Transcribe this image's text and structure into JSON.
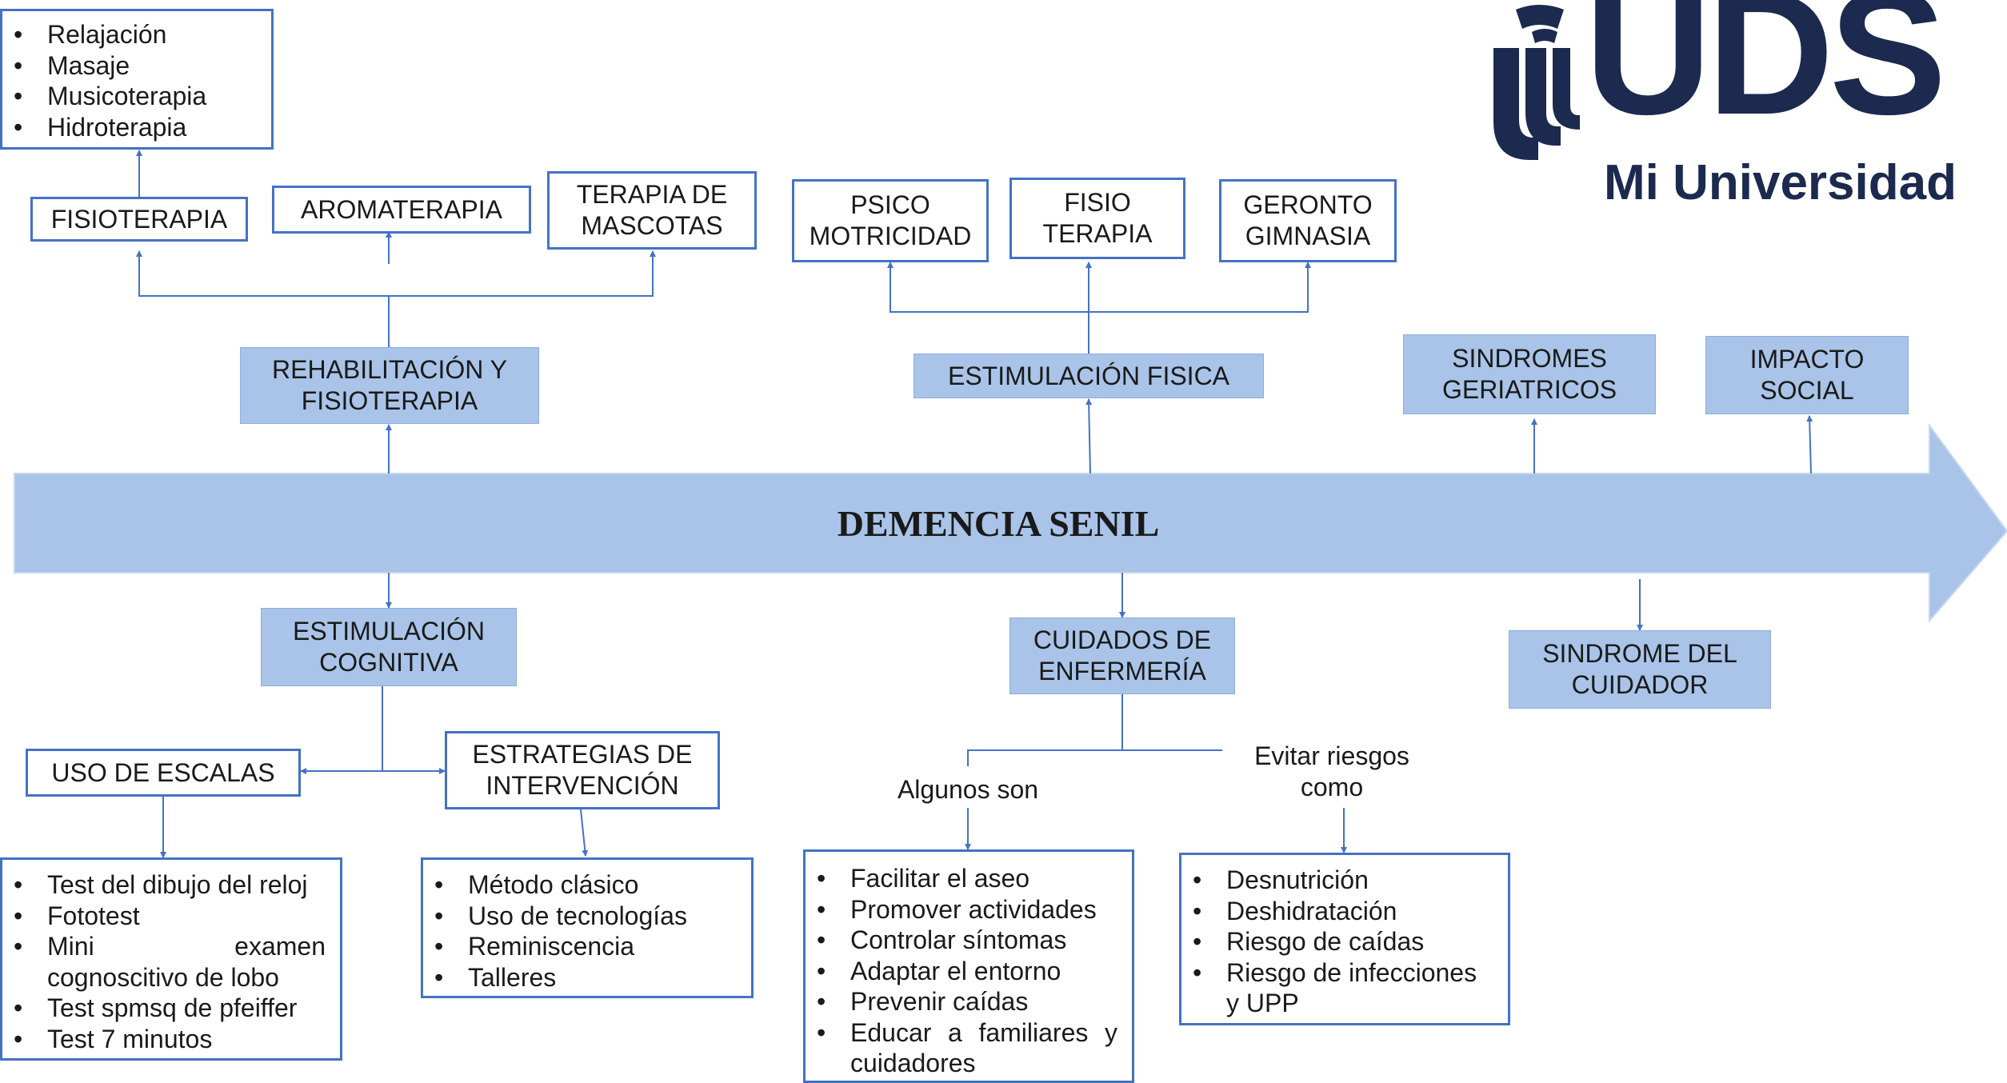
{
  "logo": {
    "wordmark": "UDS",
    "tagline": "Mi Universidad",
    "color": "#1b2a4e"
  },
  "central_axis": {
    "title": "DEMENCIA SENIL",
    "fill_color": "#a9c4e8",
    "line_color": "#4472c4"
  },
  "top": {
    "rehabilitacion": {
      "label": "REHABILITACIÓN Y\nFISIOTERAPIA",
      "children": {
        "fisioterapia": "FISIOTERAPIA",
        "aromaterapia": "AROMATERAPIA",
        "terapia_mascotas": "TERAPIA DE\nMASCOTAS"
      },
      "fisioterapia_list": [
        "Relajación",
        "Masaje",
        "Musicoterapia",
        "Hidroterapia"
      ]
    },
    "estimulacion_fisica": {
      "label": "ESTIMULACIÓN FISICA",
      "children": {
        "psicomotricidad": "PSICO\nMOTRICIDAD",
        "fisioterapia": "FISIO\nTERAPIA",
        "gerontogimnasia": "GERONTO\nGIMNASIA"
      }
    },
    "sindromes_geriatricos": "SINDROMES\nGERIATRICOS",
    "impacto_social": "IMPACTO\nSOCIAL"
  },
  "bottom": {
    "estimulacion_cognitiva": {
      "label": "ESTIMULACIÓN\nCOGNITIVA",
      "uso_escalas": {
        "label": "USO DE ESCALAS",
        "items": [
          "Test del dibujo del reloj",
          "Fototest",
          "Mini examen cognoscitivo de lobo",
          "Test spmsq de pfeiffer",
          "Test 7 minutos"
        ]
      },
      "estrategias": {
        "label": "ESTRATEGIAS DE\nINTERVENCIÓN",
        "items": [
          "Método clásico",
          "Uso de tecnologías",
          "Reminiscencia",
          "Talleres"
        ]
      }
    },
    "cuidados_enfermeria": {
      "label": "CUIDADOS DE\nENFERMERÍA",
      "algunos": {
        "label": "Algunos son",
        "items": [
          "Facilitar el aseo",
          "Promover actividades",
          "Controlar síntomas",
          "Adaptar el entorno",
          "Prevenir caídas",
          "Educar a familiares y cuidadores"
        ]
      },
      "evitar": {
        "label": "Evitar riesgos\ncomo",
        "items": [
          "Desnutrición",
          "Deshidratación",
          "Riesgo de caídas",
          "Riesgo de infecciones y UPP"
        ]
      }
    },
    "sindrome_cuidador": "SINDROME DEL\nCUIDADOR"
  }
}
